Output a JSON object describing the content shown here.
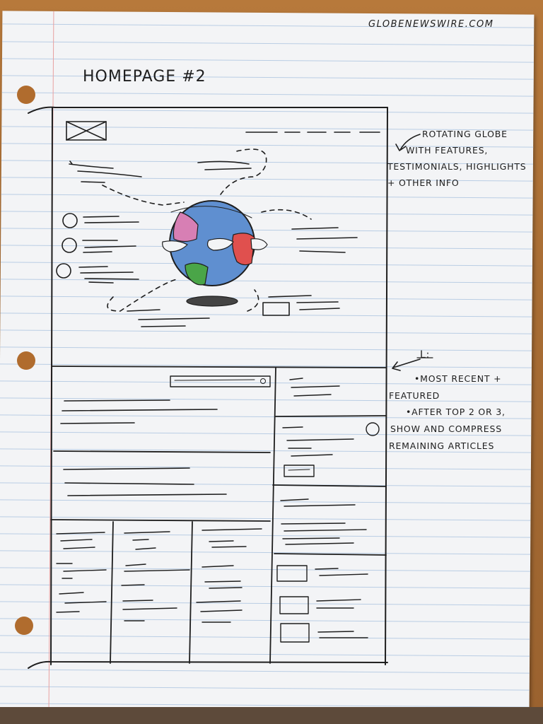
{
  "site_url": "GLOBENEWSWIRE.COM",
  "page_title": "HOMEPAGE #2",
  "notes": {
    "globe": [
      "ROTATING GLOBE",
      "WITH FEATURES,",
      "TESTIMONIALS, HIGHLIGHTS",
      "+ OTHER INFO"
    ],
    "articles_heading": "L:",
    "articles": [
      "•MOST RECENT +",
      "FEATURED",
      "•AFTER TOP 2 OR 3,",
      "SHOW AND COMPRESS",
      "REMAINING ARTICLES"
    ]
  },
  "colors": {
    "ink": "#1e1e1e",
    "paper": "#f3f4f6",
    "rule_line": "#b9cde4",
    "margin_line": "#e8a0a0",
    "desk": "#a86d34",
    "globe_ocean": "#5f8fd0",
    "globe_pink": "#d77fb4",
    "globe_green": "#4aa548",
    "globe_red": "#e0504e"
  }
}
